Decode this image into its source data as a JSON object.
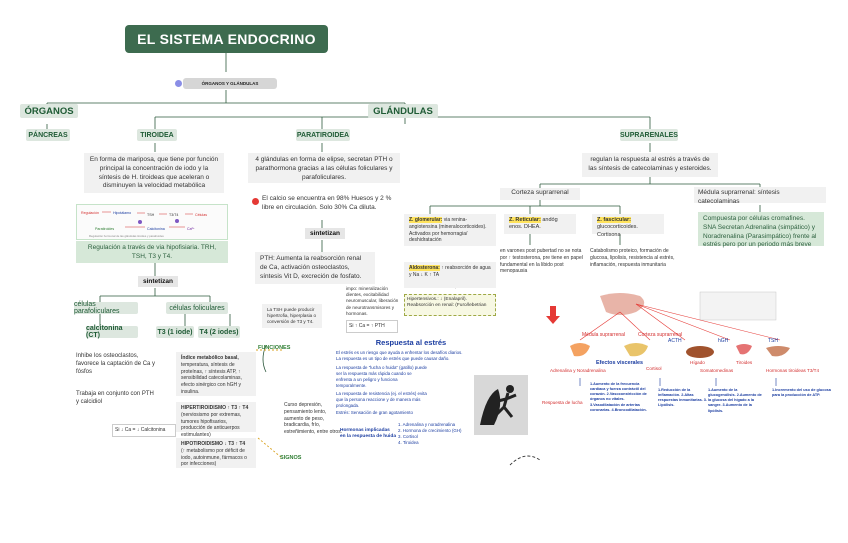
{
  "title": "EL SISTEMA ENDOCRINO",
  "legend": "ÓRGANOS Y GLÁNDULAS",
  "colors": {
    "title_bg": "#3d6b4f",
    "header_bg": "#dde7df",
    "header_fg": "#1f5b35",
    "highlight": "#ffe35c",
    "alert": "#e53935"
  },
  "branches": {
    "organos": "ÓRGANOS",
    "glandulas": "GLÁNDULAS"
  },
  "organos": {
    "pancreas": "PÁNCREAS"
  },
  "tiroidea": {
    "header": "TIROIDEA",
    "desc": "En forma de mariposa, que tiene por función principal la concentración de iodo y la síntesis de H. tiroideas que aceleran o disminuyen la velocidad metabólica",
    "regulation": "Regulación a través de via hipofisiaria. TRH, TSH, T3 y T4.",
    "synth_tag": "sintetizan",
    "parafoliculares": "células parafoliculares",
    "foliculares": "células foliculares",
    "calcitonina": "calcitonina (CT)",
    "t3": "T3 (1 iode)",
    "t4": "T4 (2 iodes)",
    "calc_note1": "Inhibe los osteoclastos, favorece la captación de Ca y fósfos",
    "calc_note2": "Trabaja en conjunto con PTH y calcidiol",
    "calc_relation": "Si ↓ Ca = ↓ Calcitonina",
    "funciones": "FUNCIONES",
    "signos": "SIGNOS",
    "indice_title": "Índice metabólico basal,",
    "indice_body": "temperatura, síntesis de proteínas, ↑ síntesis ATP, ↑ sensibilidad catecolaminas, efecto sinérgico con hGH y insulina.",
    "hiper_title": "HIPERTIROIDISMO ↑ T3 ↑ T4",
    "hiper_body": "(nerviosismo por extremas, tumores hipofisarios, producción de anticuerpos estimulantes)",
    "hipo_title": "HIPOTIROIDISMO ↓ T3 ↑ T4",
    "hipo_body": "(↑ metabolismo por déficit de iodo, autoinmune, fármacos o por infecciones)",
    "signs_text": "Curso depresión, pensamiento lento, aumento de peso, bradicardia, frío, estreñimiento, entre otros.",
    "figure_caption": "Regulación hormonal de las glándulas tiroides y paratiroides"
  },
  "paratiroidea": {
    "header": "PARATIROIDEA",
    "desc": "4 glándulas en forma de elipse, secretan PTH o parathormona gracias a las células foliculares y parafoliculares.",
    "calcium": "El calcio se encuentra en 98% Huesos y 2 % libre en circulación. Solo 30% Ca diluta.",
    "synth_tag": "sintetizan",
    "pth": "PTH: Aumenta la reabsorción renal de Ca, activación osteoclastos, síntesis Vit D, excreción de fosfato.",
    "pth_note": "La TSH puede producir hipertrofia, hiperplasia o conversión de T3 y T4.",
    "impo": "impo: mineralización dientes, excitabilidad neuromuscular, liberación de neurotransmisores y hormonas.",
    "relation": "Si ↑ Ca = ↑ PTH"
  },
  "suprarrenales": {
    "header": "SUPRARENALES",
    "desc": "regulan la respuesta al estrés a través de las síntesis de catecolaminas y esteroides.",
    "corteza": "Corteza suprarrenal",
    "medula": "Médula suprarrenal: síntesis catecolaminas",
    "medula_detail": "Compuesta por células cromafines. SNA Secretan Adrenalina (simpático) y Noradrenalina (Parasimpático) frente al estrés pero por un periodo más breve",
    "glomerular_title": "Z. glomerular:",
    "glomerular_body": "via renina-angiotensina (mineralocorticoides). Activados por hemorragia/ deshidratación",
    "aldosterona": "Aldosterona:",
    "aldosterona_body": "↑ reabsorción de agua y Na ↓ K ↑ TA",
    "hipertensivos": "Hipertensivos.: ↓ (Enalapril). Reabsorción en renal: (Furo/lebetrian",
    "reticular_title": "Z. Reticular:",
    "reticular_body": "andóg enos. DHEA.",
    "reticular_detail": "en varones post pubertad no se nota por ↑ testosterona, pre tiene en papel fundamental en la libido post menopausia",
    "fascicular_title": "Z. fascicular:",
    "fascicular_body": "glucocorticoides. Cortisona",
    "fascicular_detail": "Catabolismo proteico, formación de glucosa, lipolisis, resistencia al estrés, inflamación, respuesta inmunitaria"
  },
  "estres": {
    "title": "Respuesta al estrés",
    "intro": "El estrés es un riesgo que ayuda a enfrentar los desafíos diarios. La respuesta es un tipo de estrés que puede causar daño.",
    "line2": "La respuesta de \"lucha o huida\" (gatillo) puede ser la respuesta más rápida cuando se enfrenta a un peligro y funciona temporalmente.",
    "line3": "La respuesta de resistencia (ej. el estrés) evita que la persona reaccione y de manera más prolongada.",
    "line4": "Estrés: Sensación de gran agotamiento",
    "hormones_label": "Hormonas implicadas en la respuesta de huida",
    "hormones": [
      "Adrenalina y noradrenalina",
      "Hormona de crecimiento (GH)",
      "Cortisol",
      "Tiroidea"
    ]
  },
  "diagram": {
    "labels": {
      "medula": "Médula suprarrenal",
      "corteza": "Corteza suprarrenal",
      "acth": "ACTH",
      "hgh": "hGH",
      "tsh": "TSH",
      "higado": "Hígado",
      "tiroides": "Tiroides",
      "adren": "Adrenalina y Noradrenalina",
      "cortisol": "Cortisol",
      "somato": "Somatomedinas",
      "tiroideas": "Hormonas tiroideas T3/T4",
      "efectos": "Efectos viscerales",
      "lucha": "Respuesta de lucha"
    },
    "effects": [
      "1.Aumento de la frecuencia cardíaca y fuerza contráctil del corazón. 2.Vasoconstricción de órganos no vitales. 3.Vasodilatación de arterias coronarias. 4.Broncodilatación.",
      "1.Reducción de la inflamación. 2.Altas respuestas inmunitarias. 3. Lipólisis.",
      "1.Aumento de la glucogenólisis. 2.Aumento de la glucosa del hígado a la sangre. 3.Aumento de la lipólisis.",
      "1.Incremento del uso de glucosa para la producción de ATP."
    ]
  }
}
